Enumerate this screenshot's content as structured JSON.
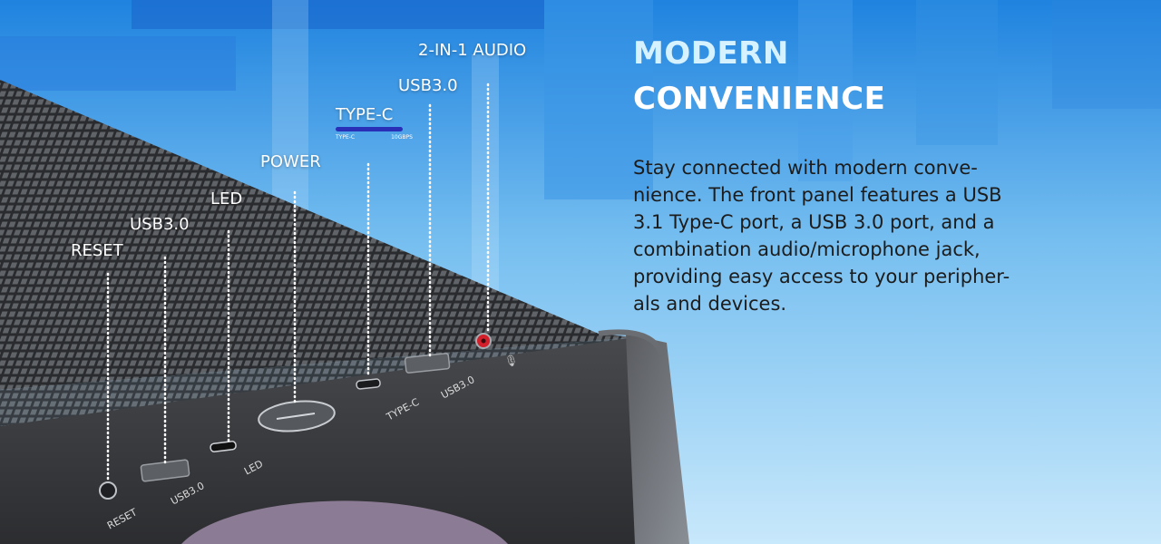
{
  "heading": {
    "line1": "MODERN",
    "line2": "CONVENIENCE"
  },
  "description": [
    "Stay connected with modern conve-",
    "nience. The front panel features a USB",
    "3.1 Type-C port, a USB 3.0 port, and a",
    "combination audio/microphone jack,",
    "providing easy access to your peripher-",
    "als and devices."
  ],
  "callouts": {
    "reset": "RESET",
    "usb30_left": "USB3.0",
    "led": "LED",
    "power": "POWER",
    "typec": "TYPE-C",
    "typec_sub_left": "TYPE-C",
    "typec_sub_right": "10GBPS",
    "usb30_right": "USB3.0",
    "audio": "2-IN-1 AUDIO"
  },
  "port_labels": {
    "reset": "RESET",
    "usb30_left": "USB3.0",
    "led": "LED",
    "typec": "TYPE-C",
    "usb30_right": "USB3.0"
  },
  "colors": {
    "background": "#8ec9f2",
    "panel": "#3b3d41",
    "typec_accent": "#2a2fb8",
    "audio_jack": "#d21f2a",
    "headline_accent": "#d6f2ff"
  }
}
